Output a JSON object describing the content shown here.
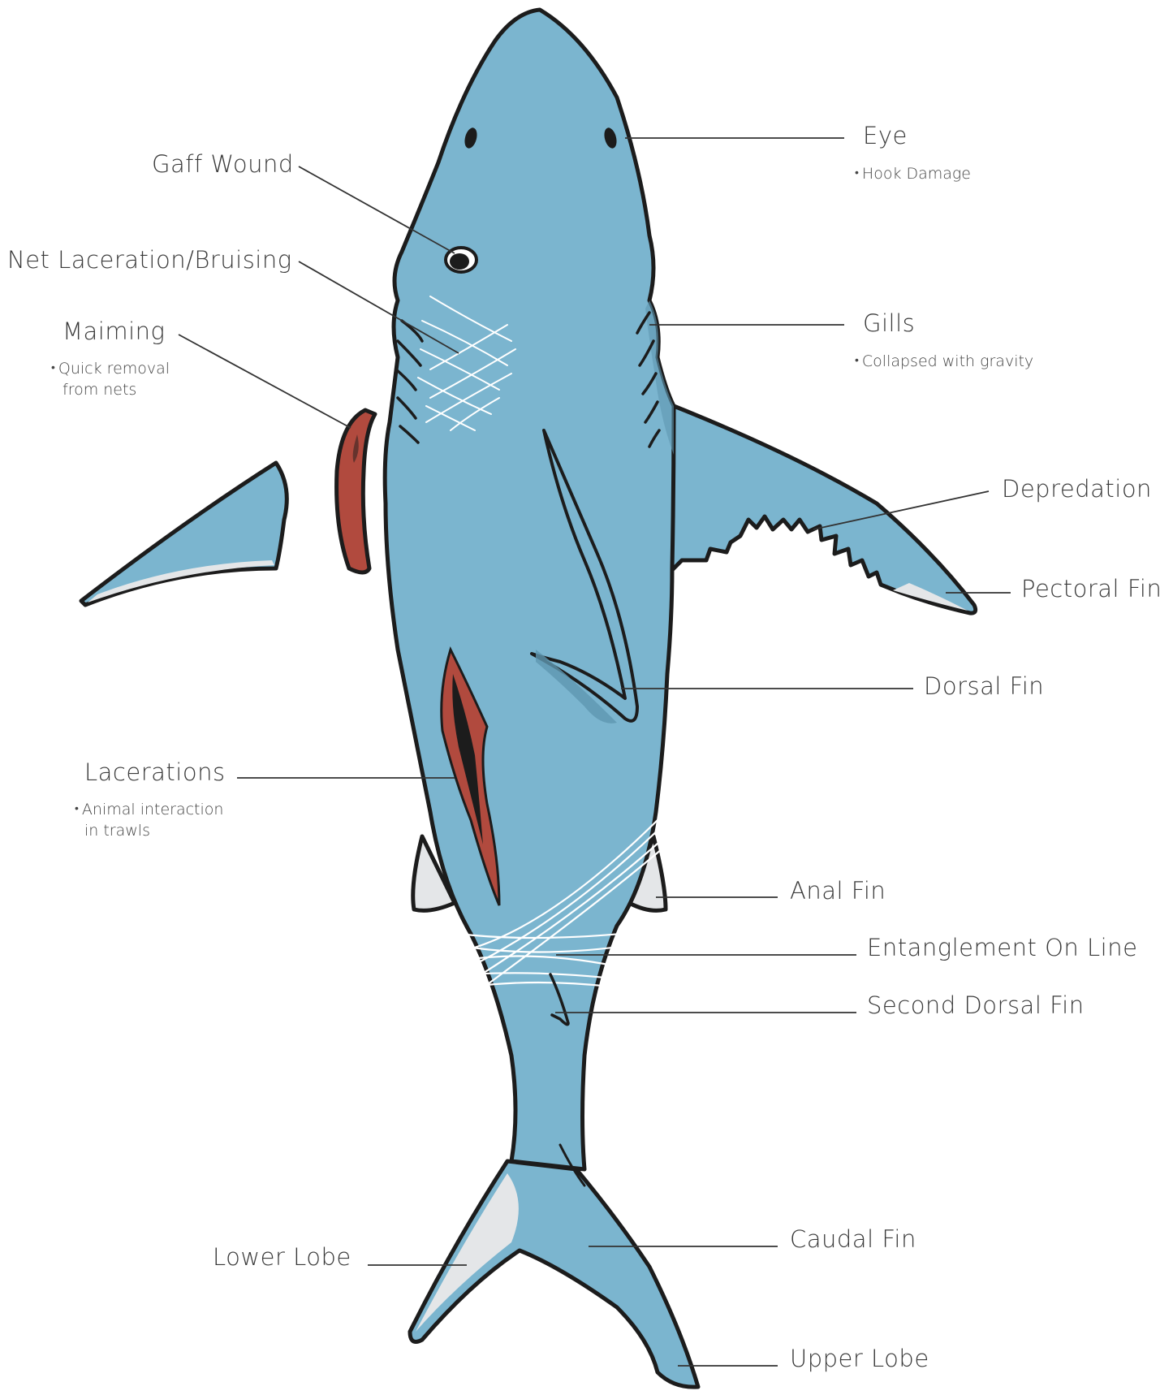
{
  "diagram": {
    "colors": {
      "body": "#7bb5cf",
      "shadow": "#5f97b0",
      "outline": "#1c1c1c",
      "belly": "#e4e6e8",
      "wound": "#b14a3e",
      "leader": "#333333"
    },
    "labels": {
      "eye": {
        "title": "Eye",
        "note": "Hook Damage"
      },
      "gaff_wound": {
        "title": "Gaff Wound"
      },
      "net_laceration": {
        "title": "Net Laceration/Bruising"
      },
      "maiming": {
        "title": "Maiming",
        "note_line1": "Quick removal",
        "note_line2": "from nets"
      },
      "gills": {
        "title": "Gills",
        "note": "Collapsed with gravity"
      },
      "depredation": {
        "title": "Depredation"
      },
      "pectoral_fin": {
        "title": "Pectoral Fin"
      },
      "dorsal_fin": {
        "title": "Dorsal Fin"
      },
      "lacerations": {
        "title": "Lacerations",
        "note_line1": "Animal interaction",
        "note_line2": "in trawls"
      },
      "anal_fin": {
        "title": "Anal Fin"
      },
      "entanglement": {
        "title": "Entanglement On Line"
      },
      "second_dorsal_fin": {
        "title": "Second Dorsal Fin"
      },
      "lower_lobe": {
        "title": "Lower Lobe"
      },
      "caudal_fin": {
        "title": "Caudal Fin"
      },
      "upper_lobe": {
        "title": "Upper Lobe"
      }
    }
  }
}
